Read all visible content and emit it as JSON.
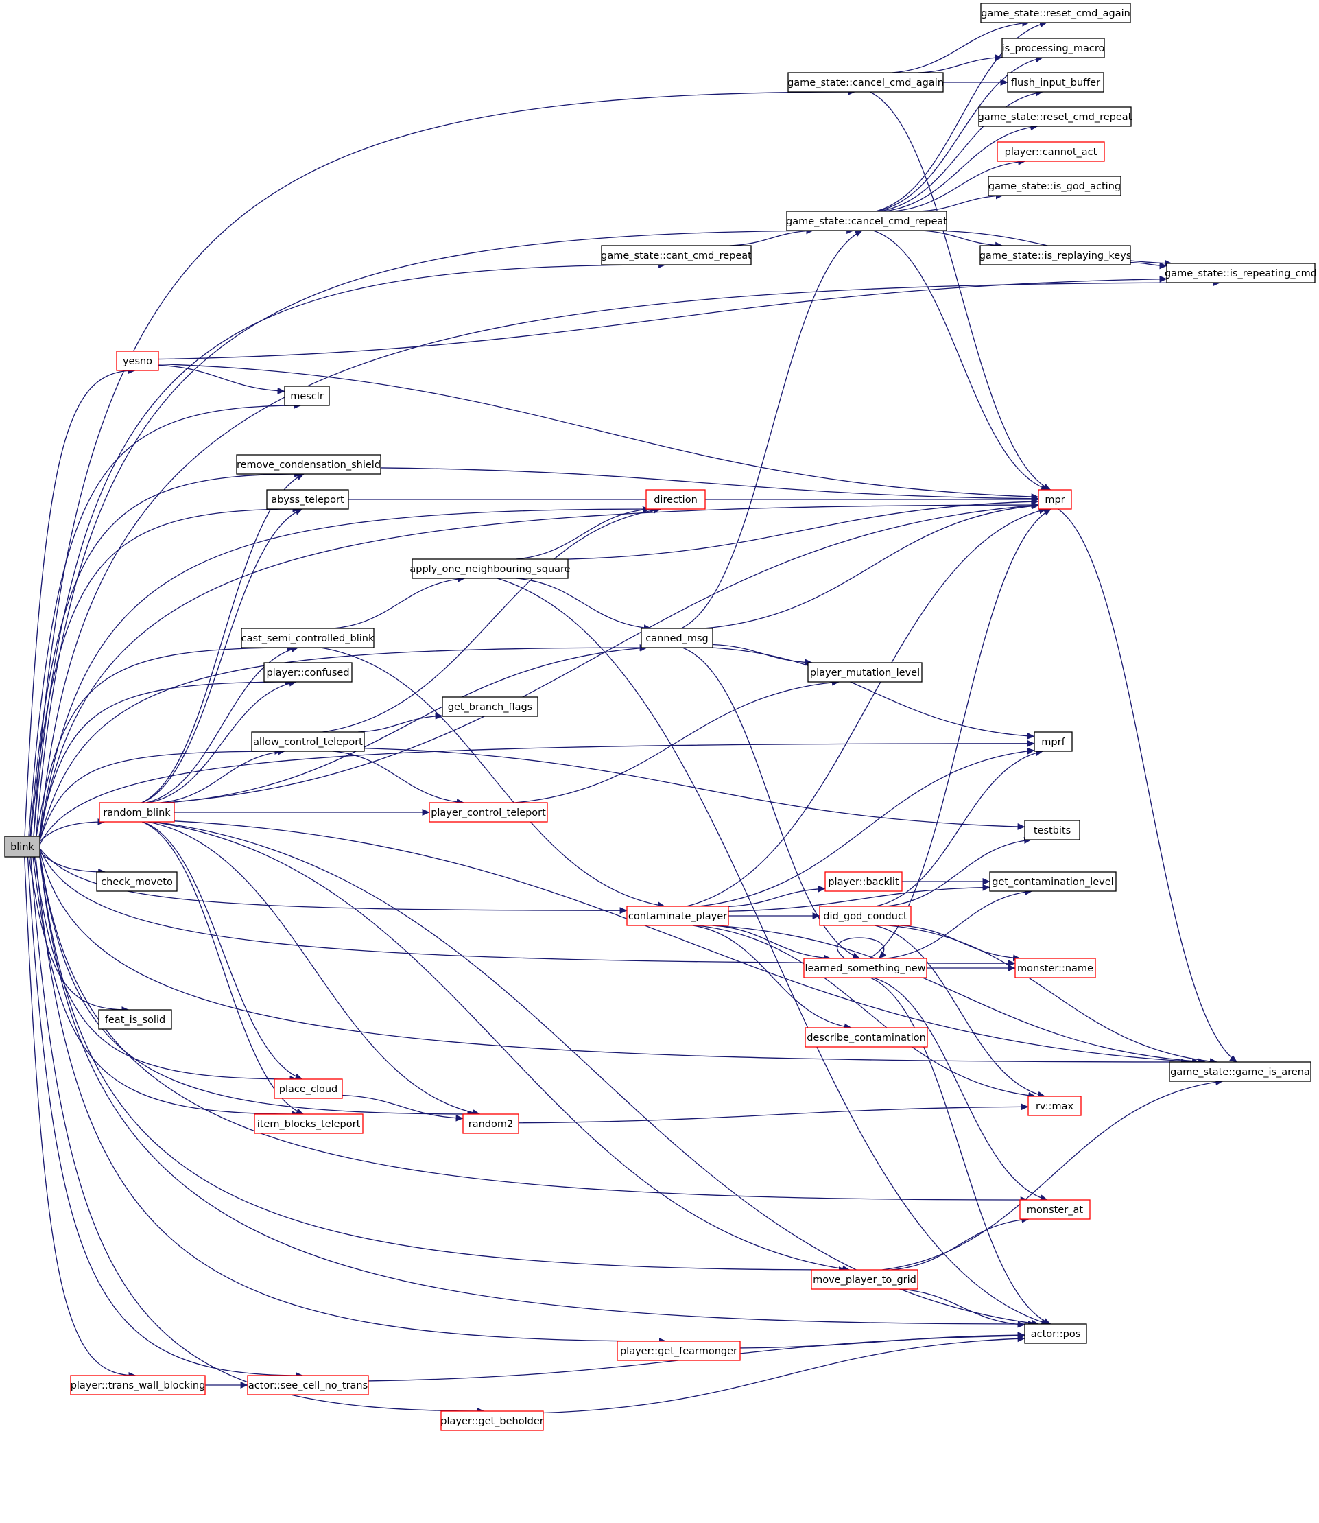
{
  "colors": {
    "edge": "#191970",
    "box_border": "#000000",
    "box_border_truncated": "#ff0000",
    "root_fill": "#bfbfbf",
    "background": "#ffffff"
  },
  "nodes": {
    "blink": "blink",
    "reset_cmd_again": "game_state::reset_cmd_again",
    "is_processing_macro": "is_processing_macro",
    "cancel_cmd_again": "game_state::cancel_cmd_again",
    "flush_input_buffer": "flush_input_buffer",
    "reset_cmd_repeat": "game_state::reset_cmd_repeat",
    "cannot_act": "player::cannot_act",
    "is_god_acting": "game_state::is_god_acting",
    "cancel_cmd_repeat": "game_state::cancel_cmd_repeat",
    "cant_cmd_repeat": "game_state::cant_cmd_repeat",
    "is_replaying_keys": "game_state::is_replaying_keys",
    "is_repeating_cmd": "game_state::is_repeating_cmd",
    "yesno": "yesno",
    "mesclr": "mesclr",
    "remove_condensation_shield": "remove_condensation_shield",
    "abyss_teleport": "abyss_teleport",
    "mpr": "mpr",
    "direction": "direction",
    "apply_one_neighbouring_square": "apply_one_neighbouring_square",
    "cast_semi_controlled_blink": "cast_semi_controlled_blink",
    "canned_msg": "canned_msg",
    "player_confused": "player::confused",
    "player_mutation_level": "player_mutation_level",
    "get_branch_flags": "get_branch_flags",
    "allow_control_teleport": "allow_control_teleport",
    "mprf": "mprf",
    "random_blink": "random_blink",
    "player_control_teleport": "player_control_teleport",
    "testbits": "testbits",
    "check_moveto": "check_moveto",
    "player_backlit": "player::backlit",
    "get_contamination_level": "get_contamination_level",
    "contaminate_player": "contaminate_player",
    "did_god_conduct": "did_god_conduct",
    "learned_something_new": "learned_something_new",
    "monster_name": "monster::name",
    "feat_is_solid": "feat_is_solid",
    "describe_contamination": "describe_contamination",
    "game_is_arena": "game_state::game_is_arena",
    "place_cloud": "place_cloud",
    "rv_max": "rv::max",
    "random2": "random2",
    "item_blocks_teleport": "item_blocks_teleport",
    "monster_at": "monster_at",
    "move_player_to_grid": "move_player_to_grid",
    "actor_pos": "actor::pos",
    "get_fearmonger": "player::get_fearmonger",
    "trans_wall_blocking": "player::trans_wall_blocking",
    "see_cell_no_trans": "actor::see_cell_no_trans",
    "get_beholder": "player::get_beholder"
  },
  "truncated_nodes": [
    "yesno",
    "mpr",
    "direction",
    "random_blink",
    "player_control_teleport",
    "cannot_act",
    "player_backlit",
    "contaminate_player",
    "did_god_conduct",
    "learned_something_new",
    "monster_name",
    "describe_contamination",
    "place_cloud",
    "rv_max",
    "random2",
    "item_blocks_teleport",
    "monster_at",
    "move_player_to_grid",
    "get_fearmonger",
    "trans_wall_blocking",
    "see_cell_no_trans",
    "get_beholder"
  ],
  "edges": [
    [
      "blink",
      "cancel_cmd_again"
    ],
    [
      "blink",
      "cancel_cmd_repeat"
    ],
    [
      "blink",
      "cant_cmd_repeat"
    ],
    [
      "blink",
      "is_repeating_cmd"
    ],
    [
      "blink",
      "yesno"
    ],
    [
      "blink",
      "mesclr"
    ],
    [
      "blink",
      "mpr"
    ],
    [
      "blink",
      "remove_condensation_shield"
    ],
    [
      "blink",
      "abyss_teleport"
    ],
    [
      "blink",
      "direction"
    ],
    [
      "blink",
      "canned_msg"
    ],
    [
      "blink",
      "cast_semi_controlled_blink"
    ],
    [
      "blink",
      "player_confused"
    ],
    [
      "blink",
      "allow_control_teleport"
    ],
    [
      "blink",
      "random_blink"
    ],
    [
      "blink",
      "mprf"
    ],
    [
      "blink",
      "check_moveto"
    ],
    [
      "blink",
      "contaminate_player"
    ],
    [
      "blink",
      "feat_is_solid"
    ],
    [
      "blink",
      "monster_name"
    ],
    [
      "blink",
      "place_cloud"
    ],
    [
      "blink",
      "item_blocks_teleport"
    ],
    [
      "blink",
      "random2"
    ],
    [
      "blink",
      "monster_at"
    ],
    [
      "blink",
      "move_player_to_grid"
    ],
    [
      "blink",
      "get_fearmonger"
    ],
    [
      "blink",
      "trans_wall_blocking"
    ],
    [
      "blink",
      "see_cell_no_trans"
    ],
    [
      "blink",
      "get_beholder"
    ],
    [
      "blink",
      "actor_pos"
    ],
    [
      "blink",
      "game_is_arena"
    ],
    [
      "cancel_cmd_again",
      "reset_cmd_again"
    ],
    [
      "cancel_cmd_again",
      "is_processing_macro"
    ],
    [
      "cancel_cmd_again",
      "flush_input_buffer"
    ],
    [
      "cancel_cmd_again",
      "mpr"
    ],
    [
      "cancel_cmd_repeat",
      "reset_cmd_again"
    ],
    [
      "cancel_cmd_repeat",
      "is_processing_macro"
    ],
    [
      "cancel_cmd_repeat",
      "flush_input_buffer"
    ],
    [
      "cancel_cmd_repeat",
      "reset_cmd_repeat"
    ],
    [
      "cancel_cmd_repeat",
      "cannot_act"
    ],
    [
      "cancel_cmd_repeat",
      "is_god_acting"
    ],
    [
      "cancel_cmd_repeat",
      "is_replaying_keys"
    ],
    [
      "cancel_cmd_repeat",
      "is_repeating_cmd"
    ],
    [
      "cancel_cmd_repeat",
      "mpr"
    ],
    [
      "cant_cmd_repeat",
      "cancel_cmd_repeat"
    ],
    [
      "is_replaying_keys",
      "is_repeating_cmd"
    ],
    [
      "yesno",
      "is_repeating_cmd"
    ],
    [
      "yesno",
      "mesclr"
    ],
    [
      "yesno",
      "mpr"
    ],
    [
      "remove_condensation_shield",
      "mpr"
    ],
    [
      "abyss_teleport",
      "mpr"
    ],
    [
      "apply_one_neighbouring_square",
      "direction"
    ],
    [
      "apply_one_neighbouring_square",
      "mpr"
    ],
    [
      "apply_one_neighbouring_square",
      "canned_msg"
    ],
    [
      "apply_one_neighbouring_square",
      "actor_pos"
    ],
    [
      "cast_semi_controlled_blink",
      "apply_one_neighbouring_square"
    ],
    [
      "cast_semi_controlled_blink",
      "contaminate_player"
    ],
    [
      "canned_msg",
      "cancel_cmd_repeat"
    ],
    [
      "canned_msg",
      "mpr"
    ],
    [
      "canned_msg",
      "player_mutation_level"
    ],
    [
      "canned_msg",
      "mprf"
    ],
    [
      "canned_msg",
      "learned_something_new"
    ],
    [
      "allow_control_teleport",
      "direction"
    ],
    [
      "allow_control_teleport",
      "get_branch_flags"
    ],
    [
      "allow_control_teleport",
      "player_control_teleport"
    ],
    [
      "allow_control_teleport",
      "testbits"
    ],
    [
      "player_control_teleport",
      "player_mutation_level"
    ],
    [
      "random_blink",
      "remove_condensation_shield"
    ],
    [
      "random_blink",
      "abyss_teleport"
    ],
    [
      "random_blink",
      "cast_semi_controlled_blink"
    ],
    [
      "random_blink",
      "player_confused"
    ],
    [
      "random_blink",
      "allow_control_teleport"
    ],
    [
      "random_blink",
      "canned_msg"
    ],
    [
      "random_blink",
      "mpr"
    ],
    [
      "random_blink",
      "player_control_teleport"
    ],
    [
      "random_blink",
      "place_cloud"
    ],
    [
      "random_blink",
      "item_blocks_teleport"
    ],
    [
      "random_blink",
      "random2"
    ],
    [
      "random_blink",
      "move_player_to_grid"
    ],
    [
      "random_blink",
      "game_is_arena"
    ],
    [
      "random_blink",
      "actor_pos"
    ],
    [
      "contaminate_player",
      "mpr"
    ],
    [
      "contaminate_player",
      "mprf"
    ],
    [
      "contaminate_player",
      "get_contamination_level"
    ],
    [
      "contaminate_player",
      "player_backlit"
    ],
    [
      "contaminate_player",
      "did_god_conduct"
    ],
    [
      "contaminate_player",
      "learned_something_new"
    ],
    [
      "contaminate_player",
      "describe_contamination"
    ],
    [
      "contaminate_player",
      "game_is_arena"
    ],
    [
      "contaminate_player",
      "rv_max"
    ],
    [
      "player_backlit",
      "get_contamination_level"
    ],
    [
      "did_god_conduct",
      "mprf"
    ],
    [
      "did_god_conduct",
      "testbits"
    ],
    [
      "did_god_conduct",
      "monster_name"
    ],
    [
      "did_god_conduct",
      "game_is_arena"
    ],
    [
      "did_god_conduct",
      "rv_max"
    ],
    [
      "learned_something_new",
      "learned_something_new"
    ],
    [
      "learned_something_new",
      "mpr"
    ],
    [
      "learned_something_new",
      "get_contamination_level"
    ],
    [
      "learned_something_new",
      "monster_name"
    ],
    [
      "learned_something_new",
      "monster_at"
    ],
    [
      "learned_something_new",
      "actor_pos"
    ],
    [
      "place_cloud",
      "random2"
    ],
    [
      "random2",
      "rv_max"
    ],
    [
      "move_player_to_grid",
      "monster_at"
    ],
    [
      "move_player_to_grid",
      "actor_pos"
    ],
    [
      "move_player_to_grid",
      "game_is_arena"
    ],
    [
      "get_fearmonger",
      "actor_pos"
    ],
    [
      "trans_wall_blocking",
      "see_cell_no_trans"
    ],
    [
      "see_cell_no_trans",
      "actor_pos"
    ],
    [
      "get_beholder",
      "actor_pos"
    ],
    [
      "mpr",
      "game_is_arena"
    ]
  ]
}
